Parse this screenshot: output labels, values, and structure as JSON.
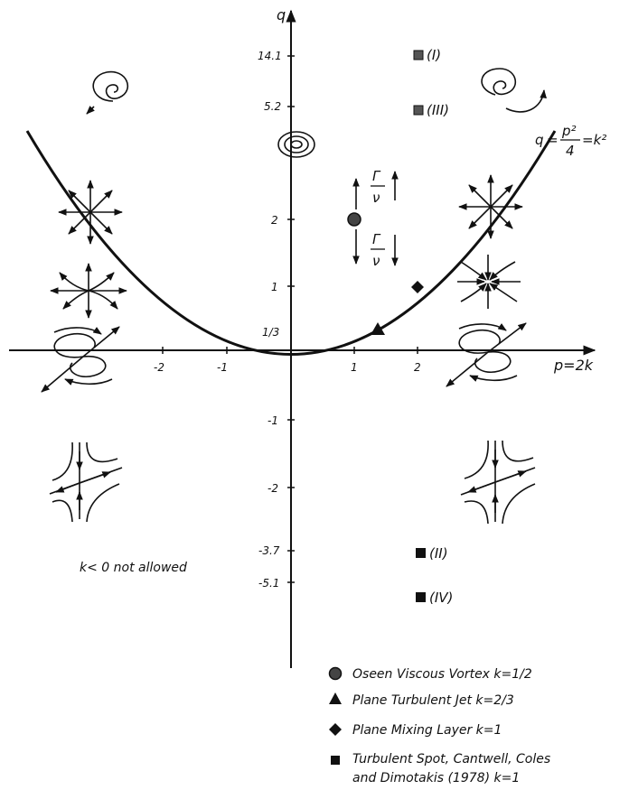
{
  "axes": {
    "y_label": "q",
    "x_label": "p=2k",
    "x_ticks": [
      "-2",
      "-1",
      "1",
      "2"
    ],
    "y_ticks": [
      "14.1",
      "5.2",
      "2",
      "1",
      "1/3",
      "-1",
      "-2",
      "-3.7",
      "-5.1"
    ]
  },
  "curve": {
    "eq_q": "q",
    "eq_eq1": "=",
    "eq_num": "p²",
    "eq_den": "4",
    "eq_rhs": "=k²"
  },
  "region_labels": [
    "(I)",
    "(III)",
    "(II)",
    "(IV)"
  ],
  "gamma": {
    "num": "Γ",
    "den": "ν"
  },
  "note": "k< 0 not allowed",
  "legend": [
    {
      "marker": "circle",
      "text": "Oseen Viscous Vortex k=1/2"
    },
    {
      "marker": "triangle",
      "text": "Plane Turbulent Jet k=2/3"
    },
    {
      "marker": "diamond",
      "text": "Plane Mixing Layer k=1"
    },
    {
      "marker": "square",
      "text": "Turbulent Spot, Cantwell, Coles"
    },
    {
      "marker": "none",
      "text": "and Dimotakis (1978) k=1"
    }
  ]
}
